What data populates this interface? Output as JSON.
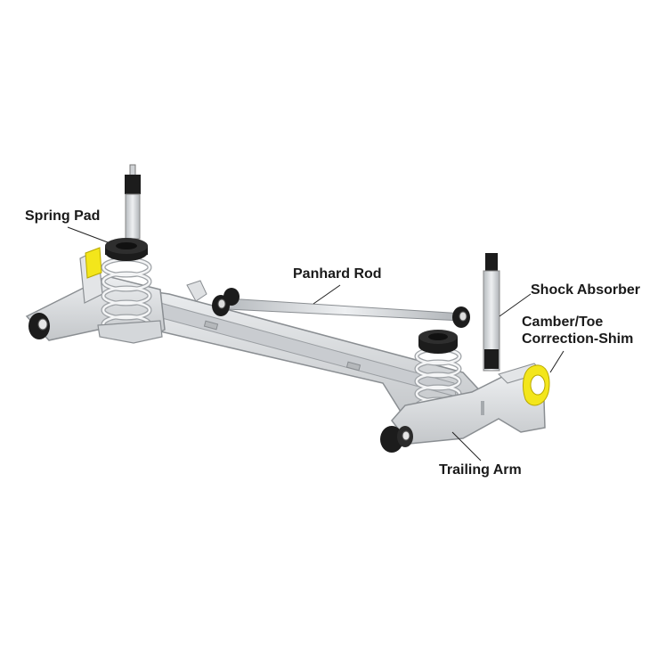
{
  "labels": {
    "spring_pad": "Spring Pad",
    "panhard_rod": "Panhard Rod",
    "shock_absorber": "Shock Absorber",
    "camber_toe_line1": "Camber/Toe",
    "camber_toe_line2": "Correction-Shim",
    "trailing_arm": "Trailing Arm"
  },
  "colors": {
    "metal": "#d9dbdd",
    "metal_dark": "#a9adb1",
    "bushing": "#1c1c1c",
    "highlight": "#f3e61b",
    "leader": "#222222"
  }
}
